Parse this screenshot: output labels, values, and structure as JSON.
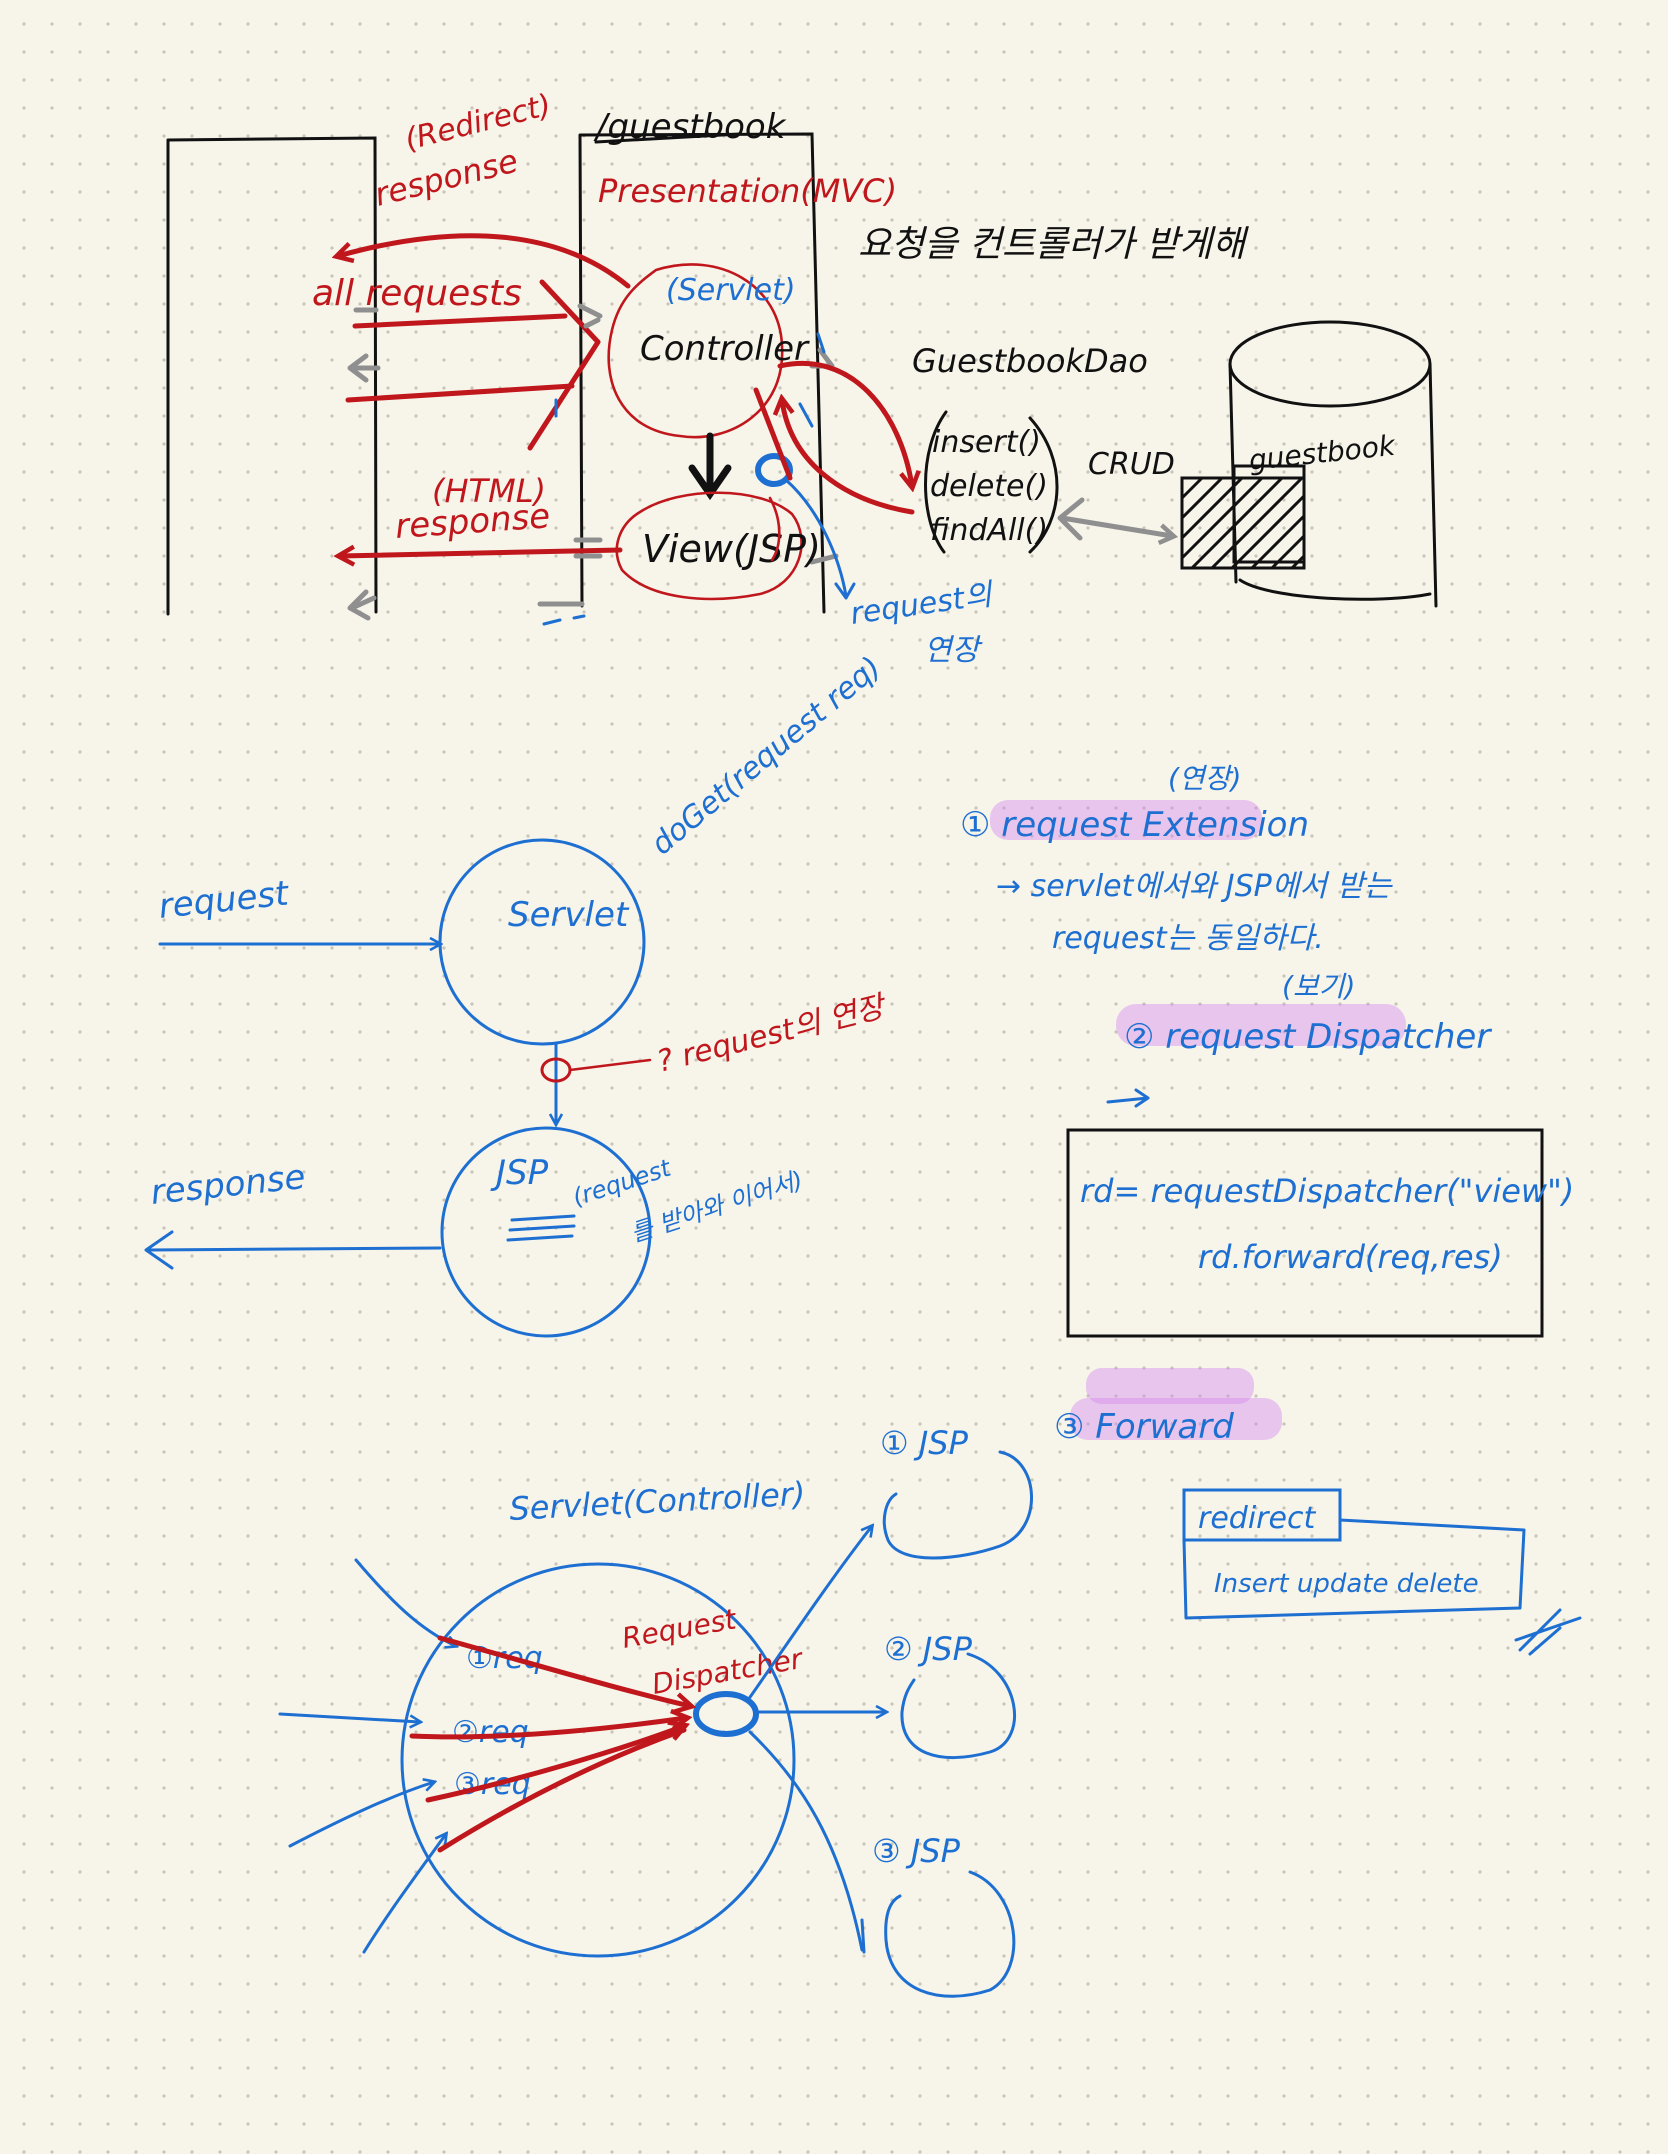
{
  "top_diagram": {
    "path_label": "/guestbook",
    "layer_label": "Presentation(MVC)",
    "korean_note": "요청을 컨트롤러가 받게해",
    "redirect_label": "(Redirect)",
    "redirect_response": "response",
    "all_requests": "all requests",
    "servlet_label": "(Servlet)",
    "controller_label": "Controller",
    "view_label": "View(JSP)",
    "html_label": "(HTML)",
    "html_response": "response",
    "dao_label": "GuestbookDao",
    "dao_methods": [
      "insert()",
      "delete()",
      "findAll()"
    ],
    "crud_label": "CRUD",
    "db_table": "guestbook",
    "request_ext_note": [
      "request의",
      "연장"
    ]
  },
  "middle_diagram": {
    "doget_label": "doGet(request req)",
    "request_label": "request",
    "servlet_label": "Servlet",
    "question_note": "? request의 연장",
    "jsp_label": "JSP",
    "response_label": "response",
    "jsp_note": [
      "(request",
      "를 받아와 이어서)"
    ]
  },
  "notes": {
    "note1_paren": "(연장)",
    "note1_title": "① request Extension",
    "note1_line1": "→ servlet에서와 JSP에서 받는",
    "note1_line2": "request는 동일하다.",
    "note2_paren": "(보기)",
    "note2_title": "② request Dispatcher",
    "code_line1": "rd= requestDispatcher(\"view\")",
    "code_line2": "rd.forward(req,res)",
    "note3_title": "③ Forward",
    "redirect_box": "redirect",
    "redirect_sub": "Insert update delete"
  },
  "bottom_diagram": {
    "servlet_controller": "Servlet(Controller)",
    "req_labels": [
      "①req",
      "②req",
      "③req"
    ],
    "dispatcher_label": [
      "Request",
      "Dispatcher"
    ],
    "jsp_targets": [
      "① JSP",
      "② JSP",
      "③ JSP"
    ]
  }
}
